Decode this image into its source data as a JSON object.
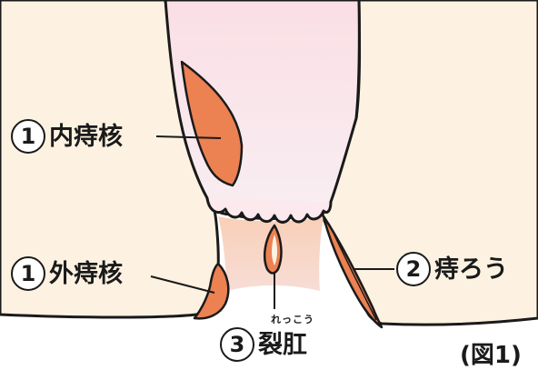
{
  "labels": {
    "internal": {
      "num": "1",
      "text": "内痔核"
    },
    "external": {
      "num": "1",
      "text": "外痔核"
    },
    "fistula": {
      "num": "2",
      "text": "痔ろう"
    },
    "fissure": {
      "num": "3",
      "text": "裂肛",
      "ruby": "れっこう"
    }
  },
  "figure_caption": "(図1)",
  "colors": {
    "skin": "#fdf2e2",
    "rectum": "#f9e4e8",
    "canal": "#f8d2c0",
    "lesion": "#ec8152",
    "outline": "#1a1a1a"
  }
}
